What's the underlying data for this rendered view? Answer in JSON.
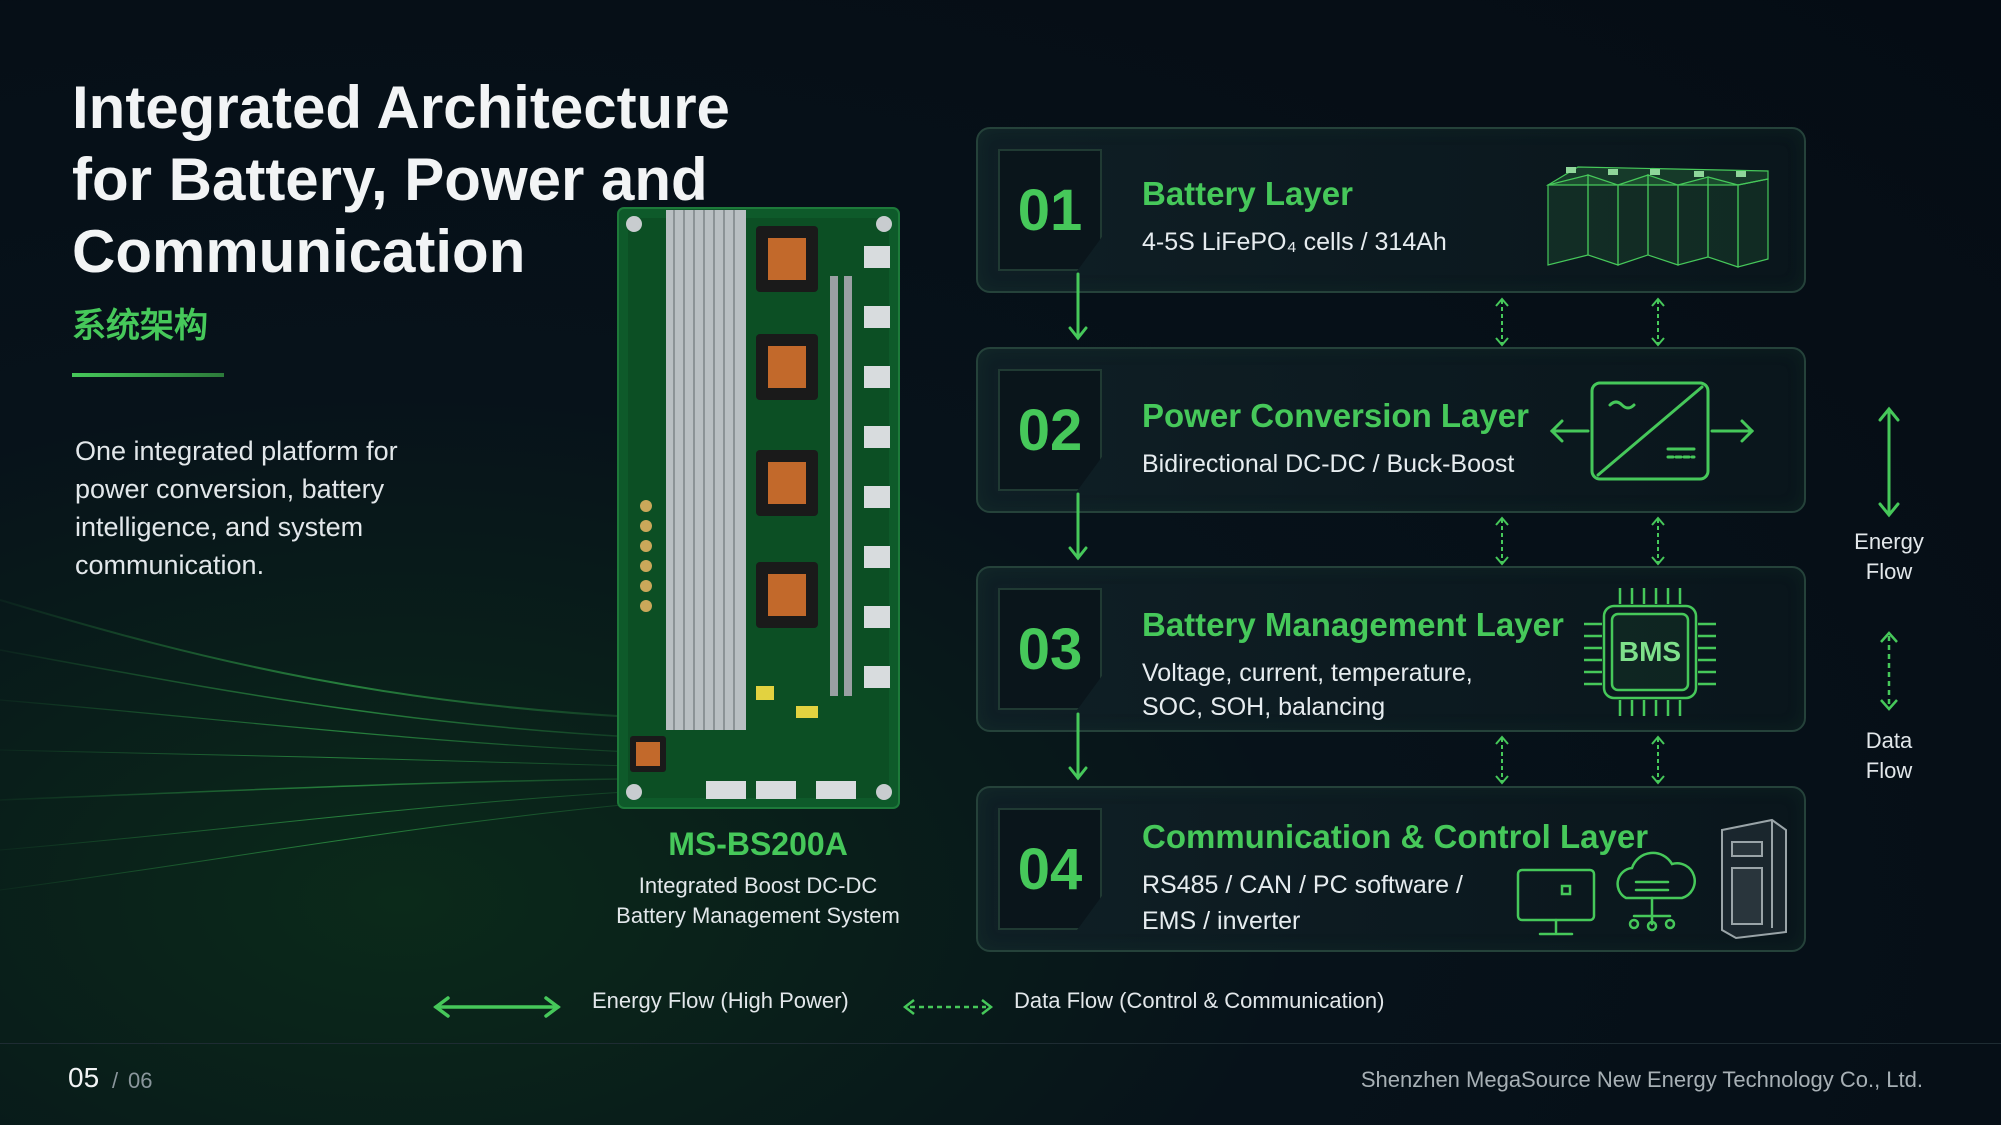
{
  "title": "Integrated Architecture for Battery, Power and Communication",
  "subtitle_cn": "系统架构",
  "intro": "One integrated platform for power conversion, battery intelligence, and system communication.",
  "colors": {
    "accent": "#46c85a",
    "background": "#050c14",
    "panel": "#0d1c22"
  },
  "board": {
    "model": "MS-BS200A",
    "desc_line1": "Integrated Boost DC-DC",
    "desc_line2": "Battery Management System"
  },
  "layers": [
    {
      "num": "01",
      "title": "Battery Layer",
      "desc_line1": "4-5S LiFePO₄ cells / 314Ah",
      "desc_line2": "",
      "icon": "battery-cells-icon"
    },
    {
      "num": "02",
      "title": "Power Conversion Layer",
      "desc_line1": "Bidirectional DC-DC / Buck-Boost",
      "desc_line2": "",
      "icon": "dc-dc-converter-icon"
    },
    {
      "num": "03",
      "title": "Battery Management Layer",
      "desc_line1": "Voltage, current, temperature,",
      "desc_line2": "SOC, SOH, balancing",
      "icon": "bms-chip-icon",
      "icon_text": "BMS"
    },
    {
      "num": "04",
      "title": "Communication & Control Layer",
      "desc_line1": "RS485 / CAN / PC software /",
      "desc_line2": "EMS / inverter",
      "icon": "monitor-cloud-cabinet-icon"
    }
  ],
  "side": {
    "energy_line1": "Energy",
    "energy_line2": "Flow",
    "data_line1": "Data",
    "data_line2": "Flow"
  },
  "legend": {
    "energy": "Energy Flow (High Power)",
    "data": "Data Flow (Control & Communication)"
  },
  "footer": {
    "page_current": "05",
    "page_sep": "/",
    "page_total": "06",
    "company": "Shenzhen MegaSource New Energy Technology Co., Ltd."
  }
}
